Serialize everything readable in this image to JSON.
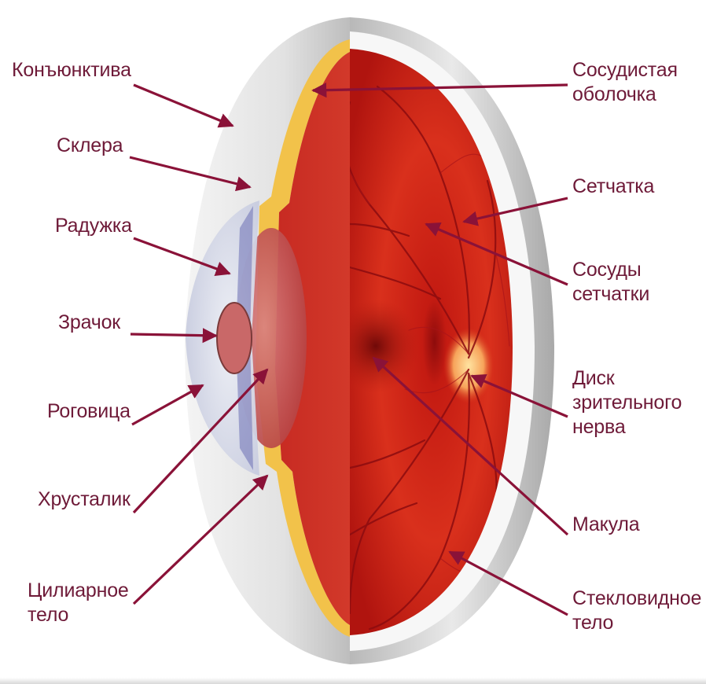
{
  "labels": {
    "conjunctiva": "Конъюнктива",
    "sclera": "Склера",
    "iris": "Радужка",
    "pupil": "Зрачок",
    "cornea": "Роговица",
    "lens": "Хрусталик",
    "ciliary_body": "Цилиарное тело",
    "choroid": "Сосудистая оболочка",
    "retina": "Сетчатка",
    "retinal_vessels": "Сосуды сетчатки",
    "optic_disc": "Диск зрительного нерва",
    "macula": "Макула",
    "vitreous_body": "Стекловидное тело"
  },
  "colors": {
    "label_text": "#6e1a38",
    "arrow": "#8a1238",
    "retina_red": "#d4231a",
    "sclera_gray": "#c9c9c9",
    "choroid_yellow": "#f2c24a"
  }
}
